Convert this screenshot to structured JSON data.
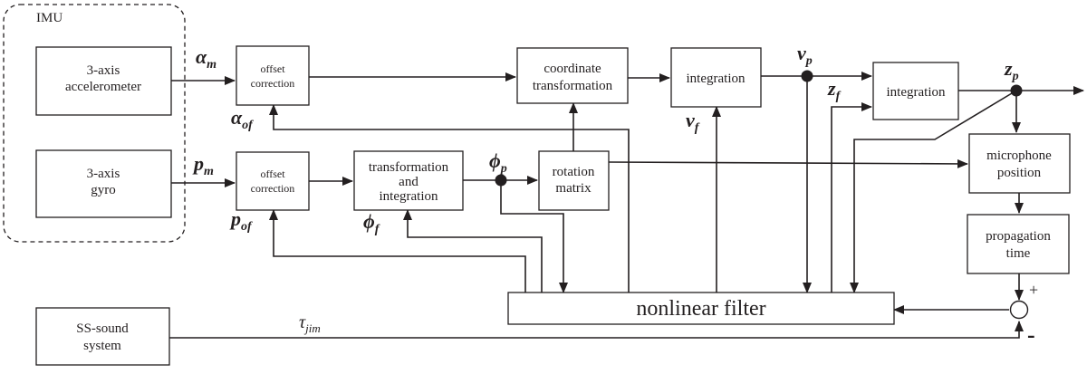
{
  "imu_label": "IMU",
  "blocks": {
    "accelerometer": [
      "3-axis",
      "accelerometer"
    ],
    "gyro": [
      "3-axis",
      "gyro"
    ],
    "offset_acc": [
      "offset",
      "correction"
    ],
    "offset_gyro": [
      "offset",
      "correction"
    ],
    "coord": [
      "coordinate",
      "transformation"
    ],
    "integ1": [
      "integration"
    ],
    "integ2": [
      "integration"
    ],
    "trans_integ": [
      "transformation",
      "and",
      "integration"
    ],
    "rotation": [
      "rotation",
      "matrix"
    ],
    "mic": [
      "microphone",
      "position"
    ],
    "prop": [
      "propagation",
      "time"
    ],
    "nonlinear": [
      "nonlinear filter"
    ],
    "sound": [
      "SS-sound",
      "system"
    ]
  },
  "signals": {
    "alpha_m": {
      "base": "α",
      "sub": "m"
    },
    "alpha_of": {
      "base": "α",
      "sub": "of"
    },
    "p_m": {
      "base": "p",
      "sub": "m"
    },
    "p_of": {
      "base": "p",
      "sub": "of"
    },
    "phi_p": {
      "base": "ϕ",
      "sub": "p"
    },
    "phi_f": {
      "base": "ϕ",
      "sub": "f"
    },
    "v_p": {
      "base": "v",
      "sub": "p"
    },
    "v_f": {
      "base": "v",
      "sub": "f"
    },
    "z_p": {
      "base": "z",
      "sub": "p"
    },
    "z_f": {
      "base": "z",
      "sub": "f"
    },
    "tau": {
      "base": "τ",
      "sub": "jim"
    }
  },
  "sum_plus": "+",
  "sum_minus": "-"
}
